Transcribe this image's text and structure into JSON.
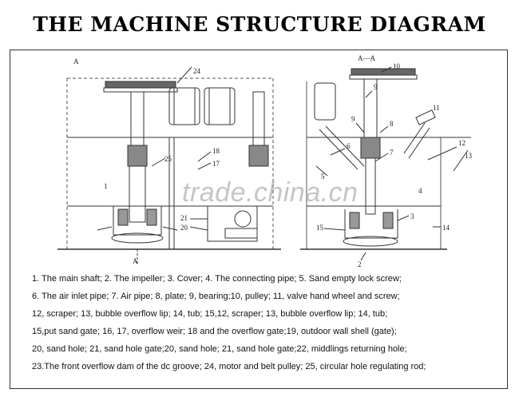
{
  "title": "THE MACHINE STRUCTURE DIAGRAM",
  "watermark": "trade.china.cn",
  "section_labels": {
    "left": "A",
    "right": "A—A",
    "bottom_left": "A"
  },
  "callouts": [
    "1",
    "2",
    "3",
    "4",
    "5",
    "6",
    "7",
    "8",
    "9",
    "9",
    "10",
    "11",
    "12",
    "13",
    "14",
    "15",
    "17",
    "18",
    "20",
    "21",
    "24",
    "25"
  ],
  "legend_lines": [
    "1. The main shaft; 2. The impeller; 3. Cover; 4. The connecting pipe; 5. Sand empty lock screw;",
    "6. The air inlet pipe; 7. Air pipe; 8, plate; 9, bearing;10, pulley; 11, valve hand wheel and screw;",
    "12, scraper; 13, bubble overflow lip; 14, tub; 15,12, scraper; 13, bubble overflow lip; 14, tub;",
    "15,put sand gate; 16, 17, overflow weir; 18 and the overflow gate;19, outdoor wall shell (gate);",
    "20, sand hole; 21, sand hole gate;20, sand hole; 21, sand hole gate;22, middlings returning hole;",
    "23.The front overflow dam  of the dc groove; 24, motor and belt pulley; 25, circular hole regulating rod;"
  ]
}
